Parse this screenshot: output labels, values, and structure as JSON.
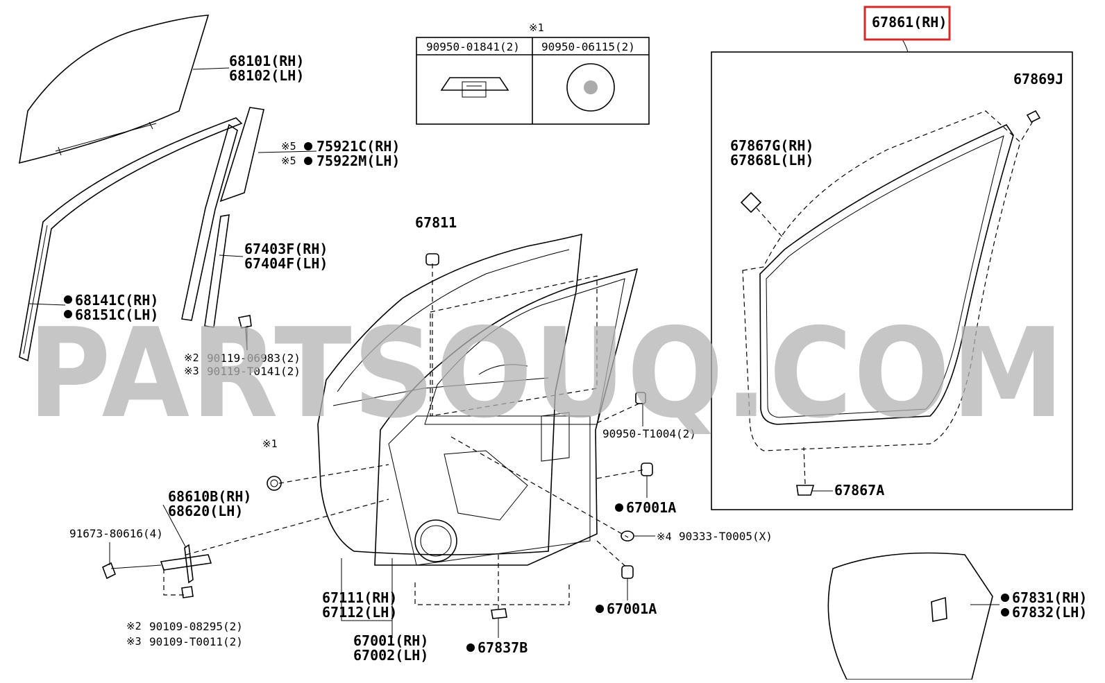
{
  "watermark": "PARTSOUQ.COM",
  "colors": {
    "highlight": "#d42a2a",
    "watermark": "#b3b3b3",
    "line": "#000000"
  },
  "kit_table": {
    "note": "※1",
    "col1": "90950-01841(2)",
    "col2": "90950-06115(2)"
  },
  "labels": {
    "glass_rh": "68101(RH)",
    "glass_lh": "68102(LH)",
    "garnish_rh": "75921C(RH)",
    "garnish_lh": "75922M(LH)",
    "garnish_note": "※5",
    "channel_rh": "67403F(RH)",
    "channel_lh": "67404F(LH)",
    "run_rh": "68141C(RH)",
    "run_lh": "68151C(LH)",
    "bolt1": "90119-06983(2)",
    "bolt1_note": "※2",
    "bolt2": "90119-T0141(2)",
    "bolt2_note": "※3",
    "cushion_top": "67811",
    "nut": "90950-T1004(2)",
    "plug_note": "※1",
    "check_rh": "68610B(RH)",
    "check_lh": "68620(LH)",
    "bolt3": "91673-80616(4)",
    "bolt4": "90109-08295(2)",
    "bolt4_note": "※2",
    "bolt5": "90109-T0011(2)",
    "bolt5_note": "※3",
    "cushion_a1": "67001A",
    "cushion_a2": "67001A",
    "plug_x": "90333-T0005(X)",
    "plug_x_note": "※4",
    "panel_rh": "67111(RH)",
    "panel_lh": "67112(LH)",
    "door_rh": "67001(RH)",
    "door_lh": "67002(LH)",
    "clip_b": "67837B",
    "ws_rh": "67861(RH)",
    "ws_ref": "67869J",
    "clip_g_rh": "67867G(RH)",
    "clip_l_lh": "67868L(LH)",
    "clip_a": "67867A",
    "seal_rh": "67831(RH)",
    "seal_lh": "67832(LH)"
  }
}
